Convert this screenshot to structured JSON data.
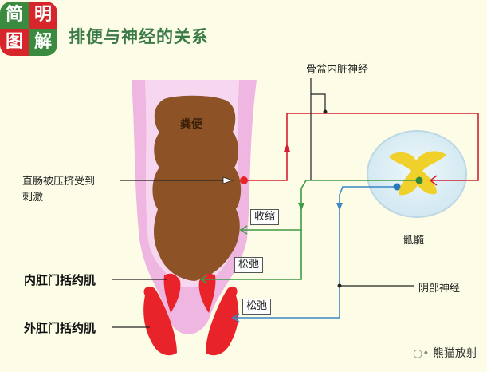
{
  "badge": {
    "chars": [
      "简",
      "明",
      "图",
      "解"
    ]
  },
  "title": "排便与神经的关系",
  "labels": {
    "stool": "粪便",
    "pelvic_nerve": "骨盆内脏神经",
    "rectum_pressure_line1": "直肠被压挤受到",
    "rectum_pressure_line2": "刺激",
    "contract": "收缩",
    "relax_internal": "松弛",
    "relax_external": "松弛",
    "internal_sphincter": "内肛门括约肌",
    "external_sphincter": "外肛门括约肌",
    "spinal_cord": "骶髓",
    "pudendal_nerve": "阴部神经"
  },
  "watermark": "熊猫放射",
  "colors": {
    "badge_green": "#3a8a3f",
    "badge_red": "#d6262b",
    "title": "#3a7a46",
    "rectum_wall": "#efb6e2",
    "stool": "#8d5326",
    "sphincter": "#e8242a",
    "afferent": "#d42030",
    "efferent_green": "#3f9a47",
    "efferent_blue": "#3a88c6",
    "spinal_disc": "#dbeef6",
    "grey_matter": "#f0d02a"
  }
}
